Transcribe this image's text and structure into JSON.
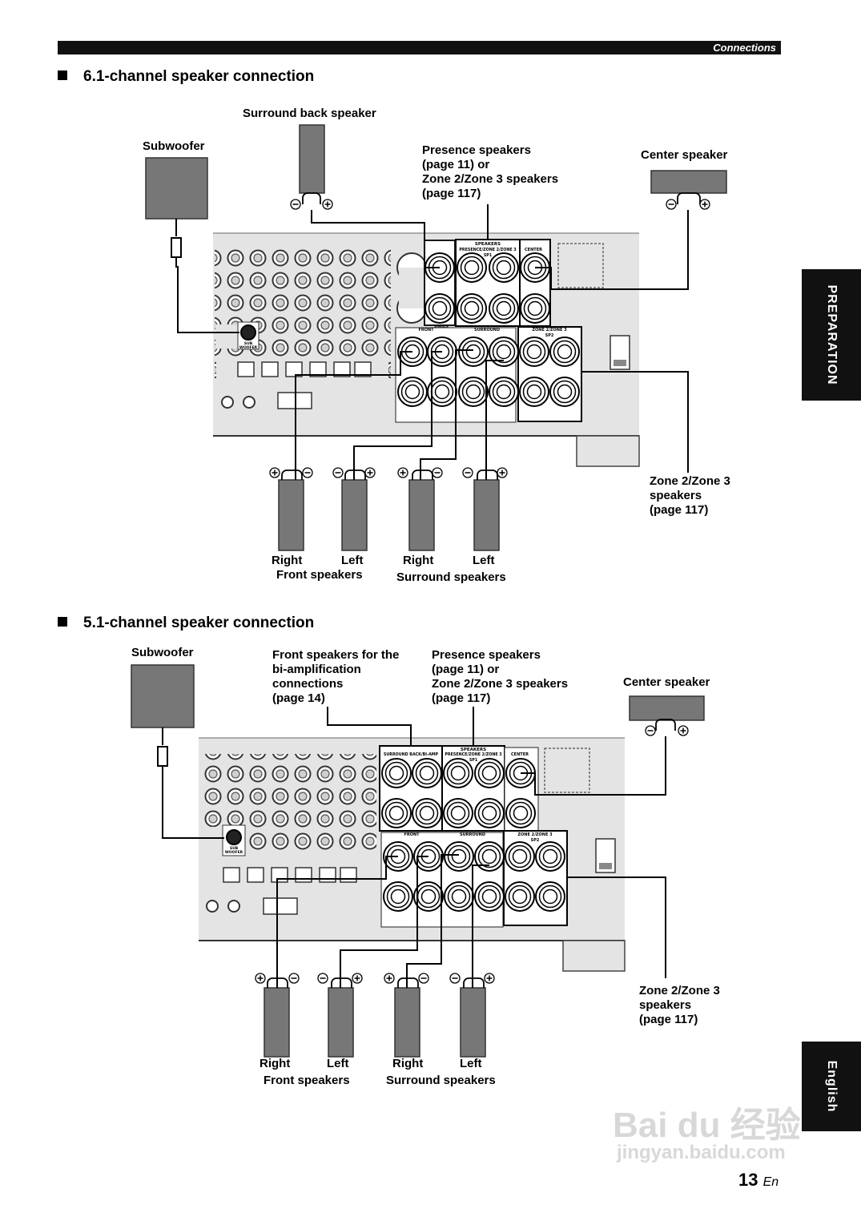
{
  "header": {
    "section": "Connections"
  },
  "section1": {
    "title": "6.1-channel speaker connection",
    "labels": {
      "surround_back": "Surround back speaker",
      "subwoofer": "Subwoofer",
      "presence": "Presence speakers\n(page 11) or\nZone 2/Zone 3 speakers\n(page 117)",
      "center": "Center speaker",
      "zone": "Zone 2/Zone 3\nspeakers\n(page 117)",
      "right_front": "Right",
      "left_front": "Left",
      "right_surround": "Right",
      "left_surround": "Left",
      "front_group": "Front speakers",
      "surround_group": "Surround speakers"
    },
    "panel_labels": {
      "speakers": "SPEAKERS",
      "presence_zone": "PRESENCE/ZONE 2/ZONE 3",
      "sp1": "SP1",
      "center": "CENTER",
      "front": "FRONT",
      "surround": "SURROUND",
      "zone23": "ZONE 2/ZONE 3",
      "sp2": "SP2",
      "single": "SINGLE",
      "sub_woofer": "SUB WOOFER"
    }
  },
  "section2": {
    "title": "5.1-channel speaker connection",
    "labels": {
      "subwoofer": "Subwoofer",
      "front_biamp": "Front speakers for the\nbi-amplification\nconnections\n(page 14)",
      "presence": "Presence speakers\n(page 11) or\nZone 2/Zone 3 speakers\n(page 117)",
      "center": "Center speaker",
      "zone": "Zone 2/Zone 3\n speakers\n(page 117)",
      "right_front": "Right",
      "left_front": "Left",
      "right_surround": "Right",
      "left_surround": "Left",
      "front_group": "Front speakers",
      "surround_group": "Surround speakers"
    },
    "panel_labels": {
      "speakers": "SPEAKERS",
      "surround_back_biamp": "SURROUND BACK/BI-AMP",
      "presence_zone": "PRESENCE/ZONE 2/ZONE 3",
      "sp1": "SP1",
      "center": "CENTER",
      "front": "FRONT",
      "surround": "SURROUND",
      "zone23": "ZONE 2/ZONE 3",
      "sp2": "SP2",
      "sub_woofer": "SUB WOOFER"
    }
  },
  "side_tabs": {
    "preparation": "PREPARATION",
    "english": "English"
  },
  "page": {
    "number": "13",
    "suffix": "En"
  },
  "watermark": {
    "brand": "Bai du 经验",
    "url": "jingyan.baidu.com"
  }
}
